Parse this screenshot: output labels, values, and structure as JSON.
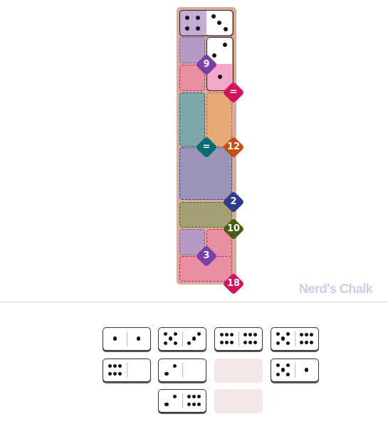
{
  "board": {
    "regions": [
      {
        "color": "purple",
        "label": "9",
        "label_text_color": "#ffffff",
        "badge_color": "#7b3fa8"
      },
      {
        "color": "pink",
        "label": "=",
        "badge_color": "#d0145e"
      },
      {
        "color": "teal",
        "label": "=",
        "badge_color": "#0a6b73"
      },
      {
        "color": "orange",
        "label": "12",
        "badge_color": "#c5500f"
      },
      {
        "color": "navy",
        "label": "2",
        "badge_color": "#2e3b8e"
      },
      {
        "color": "olive",
        "label": "10",
        "badge_color": "#466012"
      },
      {
        "color": "purple",
        "label": "3",
        "badge_color": "#7b3fa8"
      },
      {
        "color": "pink",
        "label": "18",
        "badge_color": "#d0145e"
      }
    ],
    "placed_dominoes": [
      {
        "halves": [
          4,
          3
        ],
        "orientation": "horizontal"
      },
      {
        "halves": [
          2,
          1
        ],
        "orientation": "vertical"
      }
    ]
  },
  "watermark": "Nerd's Chalk",
  "tray": {
    "dominoes": [
      {
        "halves": [
          1,
          1
        ],
        "state": "available"
      },
      {
        "halves": [
          5,
          3
        ],
        "state": "available"
      },
      {
        "halves": [
          6,
          6
        ],
        "state": "available"
      },
      {
        "halves": [
          5,
          6
        ],
        "state": "available"
      },
      {
        "halves": [
          6,
          0
        ],
        "state": "available"
      },
      {
        "halves": [
          2,
          0
        ],
        "state": "available"
      },
      {
        "halves": [],
        "state": "empty"
      },
      {
        "halves": [
          5,
          1
        ],
        "state": "available"
      },
      {
        "halves": [
          2,
          6
        ],
        "state": "available"
      },
      {
        "halves": [],
        "state": "empty"
      }
    ]
  }
}
